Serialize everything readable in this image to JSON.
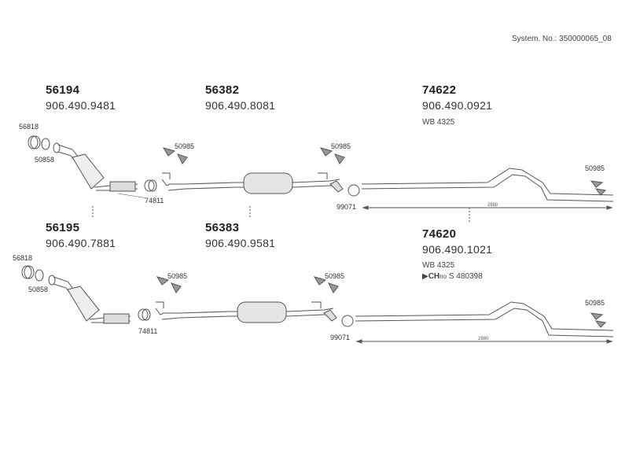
{
  "system_no": "System. No.: 350000065_08",
  "upper": {
    "left": {
      "part": "56194",
      "ref": "906.490.9481"
    },
    "mid": {
      "part": "56382",
      "ref": "906.490.8081"
    },
    "right": {
      "part": "74622",
      "ref": "906.490.0921",
      "wb": "WB 4325"
    },
    "callouts": {
      "clamp_a": "56818",
      "gasket": "50858",
      "clamp_b": "74811",
      "hanger_mid": "50985",
      "hanger_mid2": "50985",
      "hanger_end": "50985",
      "clamp_c": "99071",
      "length": "2880"
    }
  },
  "lower": {
    "left": {
      "part": "56195",
      "ref": "906.490.7881"
    },
    "mid": {
      "part": "56383",
      "ref": "906.490.9581"
    },
    "right": {
      "part": "74620",
      "ref": "906.490.1021",
      "wb": "WB 4325",
      "ch_label": "CH",
      "ch_suffix": "no",
      "ch_value": "S 480398"
    },
    "callouts": {
      "clamp_a": "56818",
      "gasket": "50858",
      "clamp_b": "74811",
      "hanger_mid": "50985",
      "hanger_mid2": "50985",
      "hanger_end": "50985",
      "clamp_c": "99071",
      "length": "2880"
    }
  }
}
